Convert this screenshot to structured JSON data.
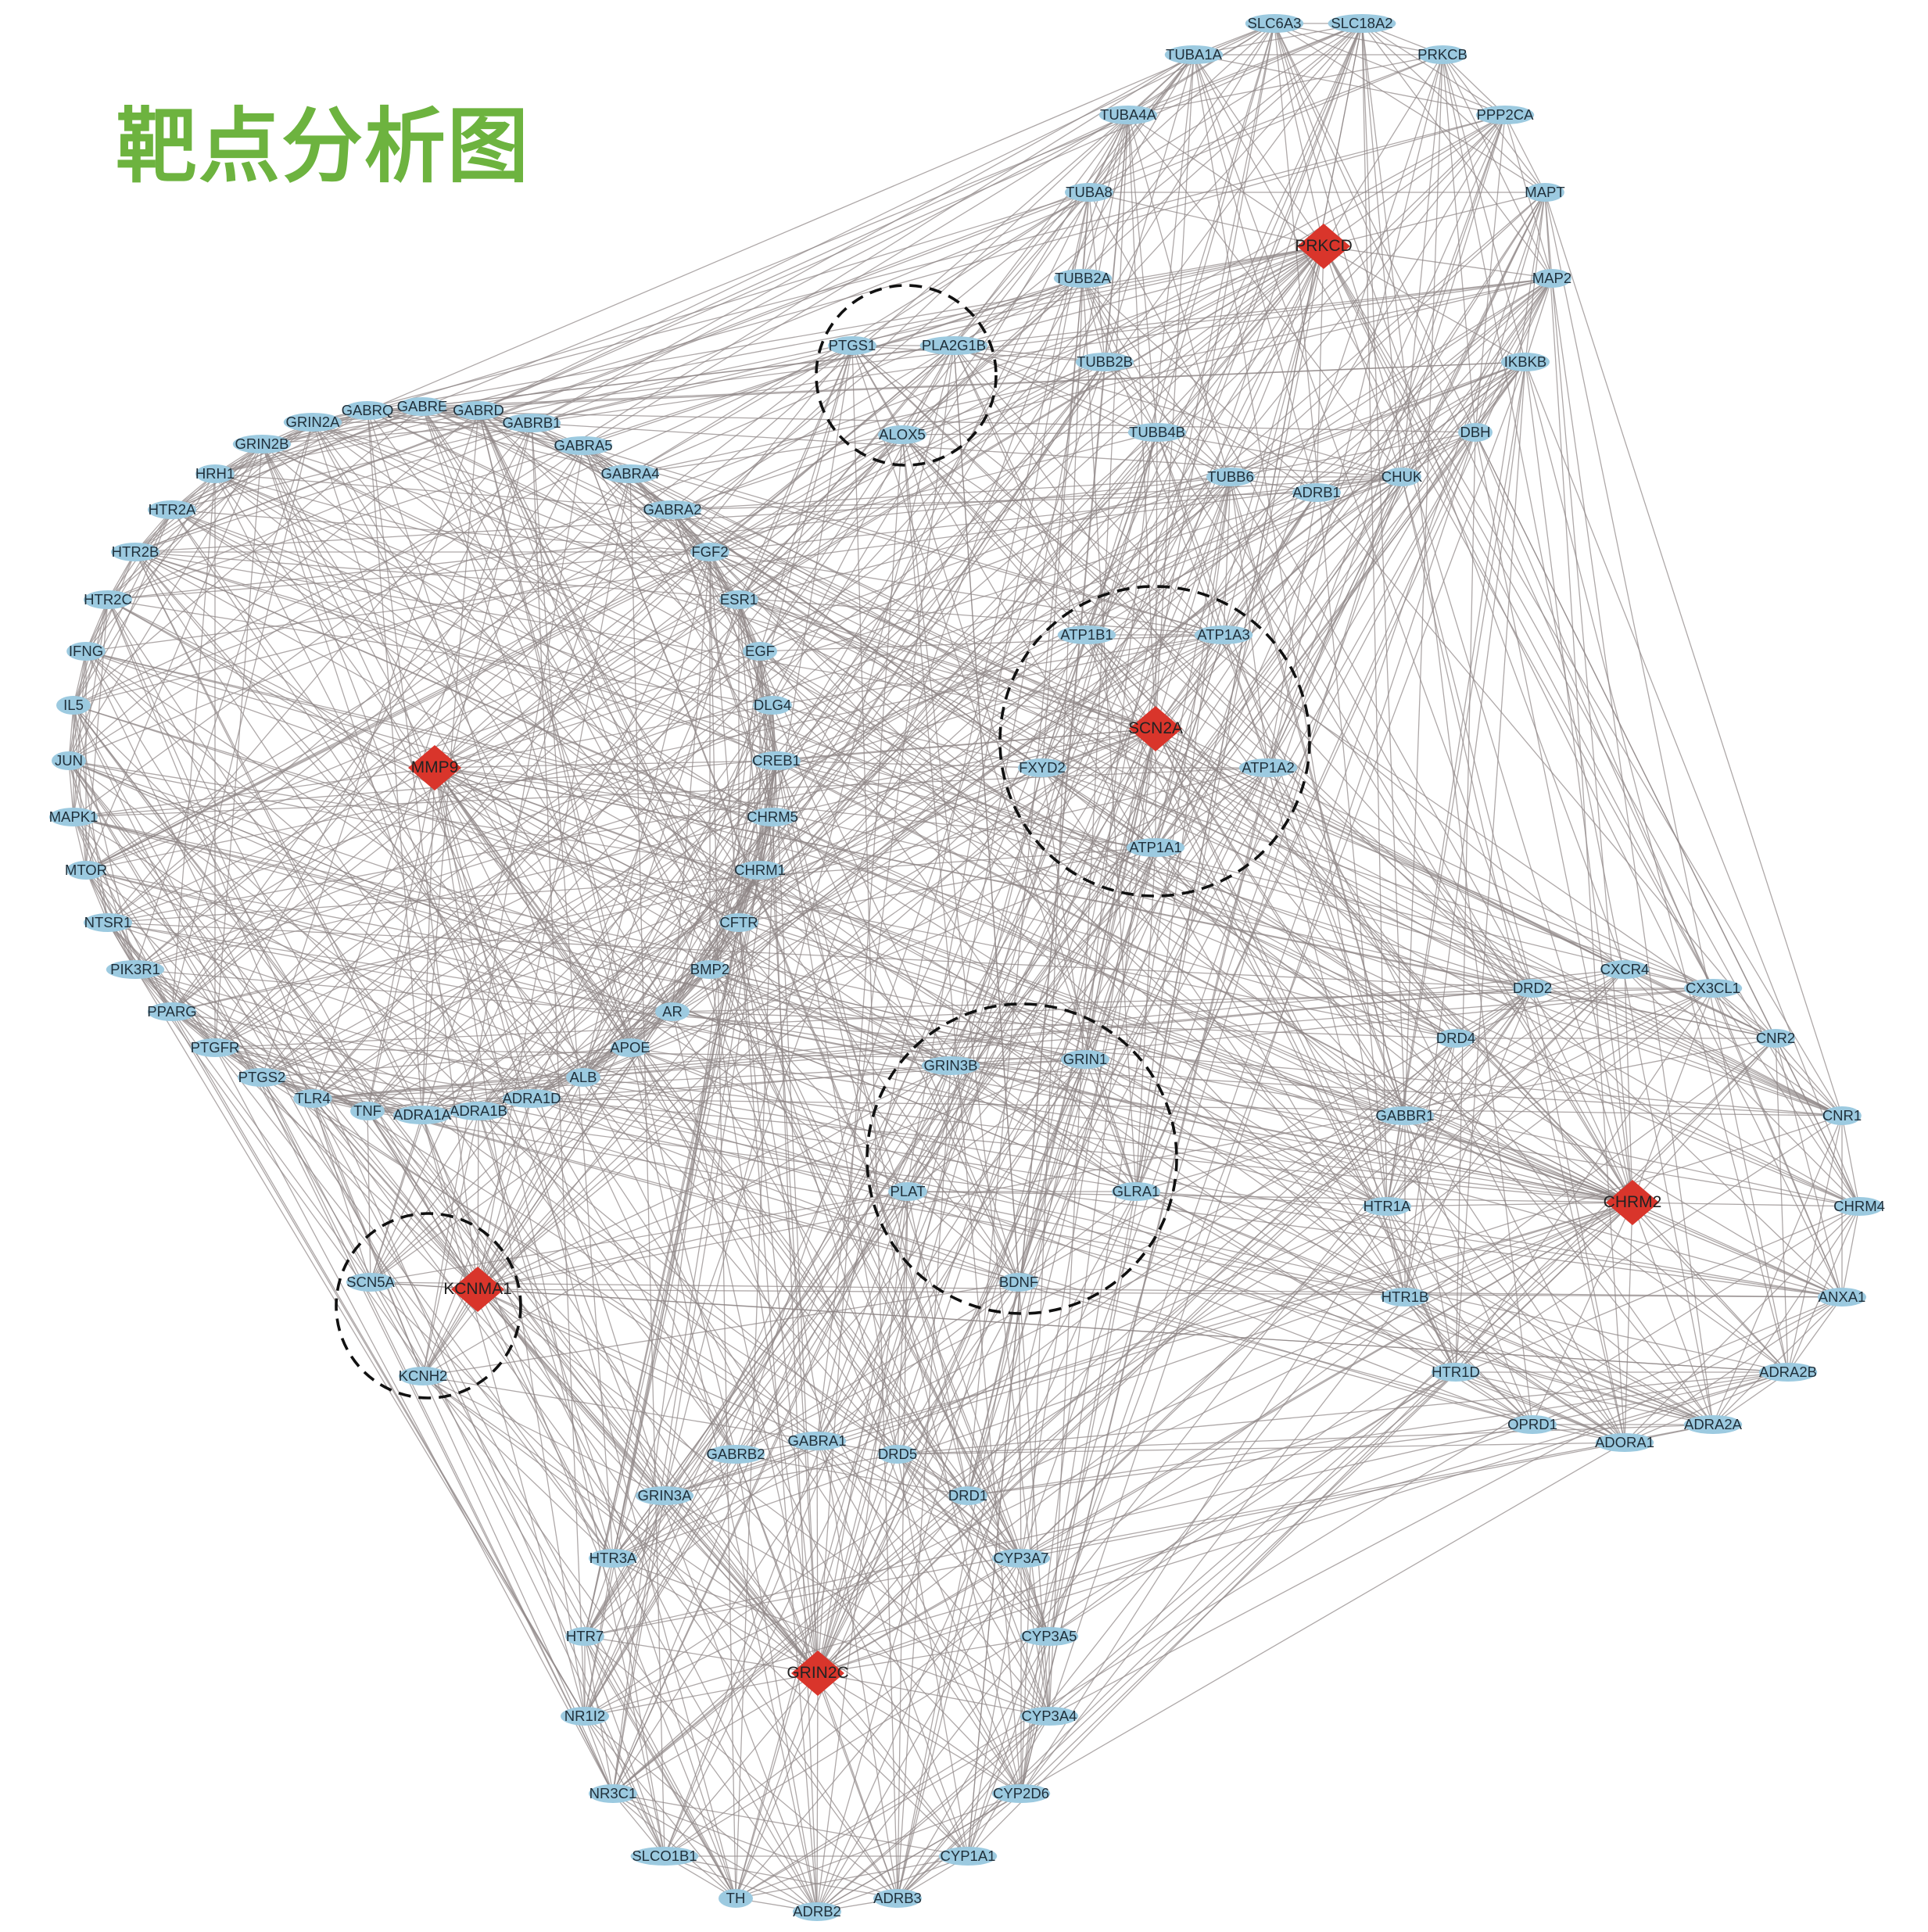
{
  "title": "靶点分析图",
  "nodes": [
    {
      "id": "SLC6A3",
      "hub": false
    },
    {
      "id": "SLC18A2",
      "hub": false
    },
    {
      "id": "TUBA1A",
      "hub": false
    },
    {
      "id": "PRKCB",
      "hub": false
    },
    {
      "id": "TUBA4A",
      "hub": false
    },
    {
      "id": "PPP2CA",
      "hub": false
    },
    {
      "id": "TUBA8",
      "hub": false
    },
    {
      "id": "MAPT",
      "hub": false
    },
    {
      "id": "PRKCD",
      "hub": true
    },
    {
      "id": "TUBB2A",
      "hub": false
    },
    {
      "id": "MAP2",
      "hub": false
    },
    {
      "id": "PTGS1",
      "hub": false
    },
    {
      "id": "PLA2G1B",
      "hub": false
    },
    {
      "id": "TUBB2B",
      "hub": false
    },
    {
      "id": "IKBKB",
      "hub": false
    },
    {
      "id": "ALOX5",
      "hub": false
    },
    {
      "id": "TUBB4B",
      "hub": false
    },
    {
      "id": "DBH",
      "hub": false
    },
    {
      "id": "TUBB6",
      "hub": false
    },
    {
      "id": "CHUK",
      "hub": false
    },
    {
      "id": "ADRB1",
      "hub": false
    },
    {
      "id": "GRIN2A",
      "hub": false
    },
    {
      "id": "GABRQ",
      "hub": false
    },
    {
      "id": "GABRE",
      "hub": false
    },
    {
      "id": "GABRD",
      "hub": false
    },
    {
      "id": "GABRB1",
      "hub": false
    },
    {
      "id": "GRIN2B",
      "hub": false
    },
    {
      "id": "GABRA5",
      "hub": false
    },
    {
      "id": "HRH1",
      "hub": false
    },
    {
      "id": "GABRA4",
      "hub": false
    },
    {
      "id": "HTR2A",
      "hub": false
    },
    {
      "id": "GABRA2",
      "hub": false
    },
    {
      "id": "HTR2B",
      "hub": false
    },
    {
      "id": "FGF2",
      "hub": false
    },
    {
      "id": "HTR2C",
      "hub": false
    },
    {
      "id": "ESR1",
      "hub": false
    },
    {
      "id": "IFNG",
      "hub": false
    },
    {
      "id": "EGF",
      "hub": false
    },
    {
      "id": "IL5",
      "hub": false
    },
    {
      "id": "DLG4",
      "hub": false
    },
    {
      "id": "JUN",
      "hub": false
    },
    {
      "id": "MMP9",
      "hub": true
    },
    {
      "id": "CREB1",
      "hub": false
    },
    {
      "id": "MAPK1",
      "hub": false
    },
    {
      "id": "CHRM5",
      "hub": false
    },
    {
      "id": "MTOR",
      "hub": false
    },
    {
      "id": "CHRM1",
      "hub": false
    },
    {
      "id": "NTSR1",
      "hub": false
    },
    {
      "id": "CFTR",
      "hub": false
    },
    {
      "id": "PIK3R1",
      "hub": false
    },
    {
      "id": "BMP2",
      "hub": false
    },
    {
      "id": "PPARG",
      "hub": false
    },
    {
      "id": "AR",
      "hub": false
    },
    {
      "id": "PTGFR",
      "hub": false
    },
    {
      "id": "APOE",
      "hub": false
    },
    {
      "id": "PTGS2",
      "hub": false
    },
    {
      "id": "ALB",
      "hub": false
    },
    {
      "id": "TLR4",
      "hub": false
    },
    {
      "id": "ADRA1D",
      "hub": false
    },
    {
      "id": "TNF",
      "hub": false
    },
    {
      "id": "ADRA1B",
      "hub": false
    },
    {
      "id": "ADRA1A",
      "hub": false
    },
    {
      "id": "ATP1B1",
      "hub": false
    },
    {
      "id": "ATP1A3",
      "hub": false
    },
    {
      "id": "SCN2A",
      "hub": true
    },
    {
      "id": "FXYD2",
      "hub": false
    },
    {
      "id": "ATP1A2",
      "hub": false
    },
    {
      "id": "ATP1A1",
      "hub": false
    },
    {
      "id": "CXCR4",
      "hub": false
    },
    {
      "id": "DRD2",
      "hub": false
    },
    {
      "id": "CX3CL1",
      "hub": false
    },
    {
      "id": "DRD4",
      "hub": false
    },
    {
      "id": "CNR2",
      "hub": false
    },
    {
      "id": "GRIN3B",
      "hub": false
    },
    {
      "id": "GRIN1",
      "hub": false
    },
    {
      "id": "GABBR1",
      "hub": false
    },
    {
      "id": "CNR1",
      "hub": false
    },
    {
      "id": "PLAT",
      "hub": false
    },
    {
      "id": "GLRA1",
      "hub": false
    },
    {
      "id": "HTR1A",
      "hub": false
    },
    {
      "id": "CHRM2",
      "hub": true
    },
    {
      "id": "CHRM4",
      "hub": false
    },
    {
      "id": "SCN5A",
      "hub": false
    },
    {
      "id": "KCNMA1",
      "hub": true
    },
    {
      "id": "BDNF",
      "hub": false
    },
    {
      "id": "HTR1B",
      "hub": false
    },
    {
      "id": "ANXA1",
      "hub": false
    },
    {
      "id": "KCNH2",
      "hub": false
    },
    {
      "id": "HTR1D",
      "hub": false
    },
    {
      "id": "ADRA2B",
      "hub": false
    },
    {
      "id": "OPRD1",
      "hub": false
    },
    {
      "id": "ADRA2A",
      "hub": false
    },
    {
      "id": "ADORA1",
      "hub": false
    },
    {
      "id": "GABRA1",
      "hub": false
    },
    {
      "id": "GABRB2",
      "hub": false
    },
    {
      "id": "DRD5",
      "hub": false
    },
    {
      "id": "GRIN3A",
      "hub": false
    },
    {
      "id": "DRD1",
      "hub": false
    },
    {
      "id": "HTR3A",
      "hub": false
    },
    {
      "id": "CYP3A7",
      "hub": false
    },
    {
      "id": "HTR7",
      "hub": false
    },
    {
      "id": "CYP3A5",
      "hub": false
    },
    {
      "id": "GRIN2C",
      "hub": true
    },
    {
      "id": "NR1I2",
      "hub": false
    },
    {
      "id": "CYP3A4",
      "hub": false
    },
    {
      "id": "NR3C1",
      "hub": false
    },
    {
      "id": "CYP2D6",
      "hub": false
    },
    {
      "id": "SLCO1B1",
      "hub": false
    },
    {
      "id": "CYP1A1",
      "hub": false
    },
    {
      "id": "TH",
      "hub": false
    },
    {
      "id": "ADRB3",
      "hub": false
    },
    {
      "id": "ADRB2",
      "hub": false
    }
  ]
}
